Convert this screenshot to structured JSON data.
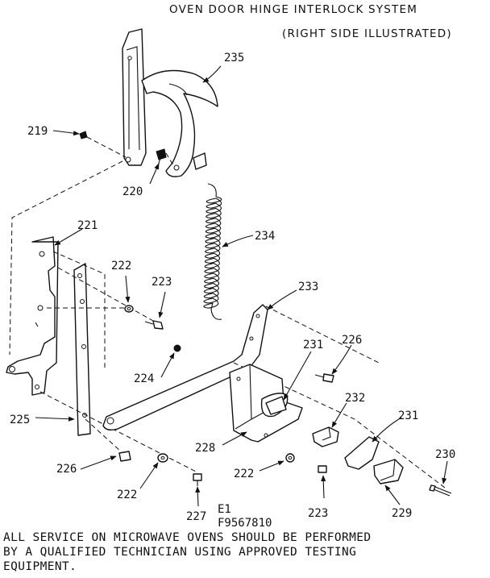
{
  "title": "OVEN DOOR HINGE INTERLOCK SYSTEM",
  "subtitle": "(RIGHT SIDE ILLUSTRATED)",
  "diagram_code": "E1",
  "diagram_number": "F9567810",
  "note_lines": [
    "ALL SERVICE ON MICROWAVE OVENS SHOULD BE PERFORMED",
    "BY A QUALIFIED TECHNICIAN USING APPROVED TESTING",
    "EQUIPMENT."
  ],
  "parts": {
    "p235": "235",
    "p219": "219",
    "p220": "220",
    "p234": "234",
    "p221": "221",
    "p222a": "222",
    "p223a": "223",
    "p233": "233",
    "p224": "224",
    "p231a": "231",
    "p226a": "226",
    "p232": "232",
    "p225": "225",
    "p228": "228",
    "p231b": "231",
    "p230": "230",
    "p226b": "226",
    "p222b": "222",
    "p222c": "222",
    "p223b": "223",
    "p227": "227",
    "p229": "229"
  }
}
